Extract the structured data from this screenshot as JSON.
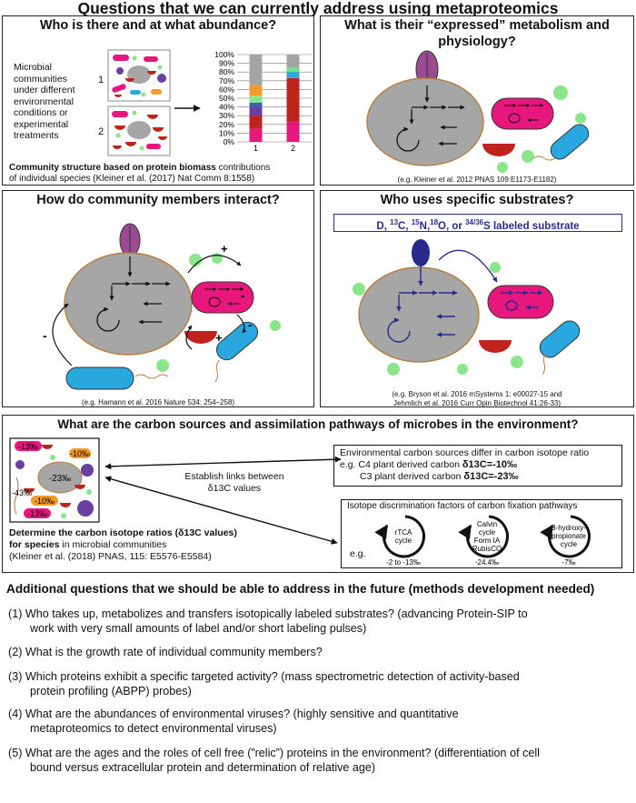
{
  "main_title": "Questions that we can currently address using metaproteomics",
  "panel_abundance": {
    "title": "Who is there and at what abundance?",
    "side_text": [
      "Microbial",
      "communities",
      "under different",
      "environmental",
      "conditions or",
      "experimental",
      "treatments"
    ],
    "sample_1": "1",
    "sample_2": "2",
    "chart_data": {
      "type": "bar",
      "stacked": true,
      "categories": [
        "1",
        "2"
      ],
      "yticks": [
        "100%",
        "90%",
        "80%",
        "70%",
        "60%",
        "50%",
        "40%",
        "30%",
        "20%",
        "10%",
        "0%"
      ],
      "ylim": [
        0,
        100
      ],
      "series": [
        {
          "color": "#e8177d",
          "values": [
            15,
            23
          ]
        },
        {
          "color": "#c0221c",
          "values": [
            15,
            50
          ]
        },
        {
          "color": "#6b3fa0",
          "values": [
            10,
            0
          ]
        },
        {
          "color": "#3a62b8",
          "values": [
            5,
            0
          ]
        },
        {
          "color": "#8be58b",
          "values": [
            8,
            0
          ]
        },
        {
          "color": "#f39a2b",
          "values": [
            12,
            0
          ]
        },
        {
          "color": "#29a8e0",
          "values": [
            0,
            7
          ]
        },
        {
          "color": "#6fe08a",
          "values": [
            0,
            5
          ]
        },
        {
          "color": "#a4a4a4",
          "values": [
            35,
            15
          ]
        }
      ]
    },
    "caption_bold": "Community structure based on protein biomass",
    "caption_rest": " contributions",
    "caption_line2": "of individual species (Kleiner et al. (2017) Nat Comm 8:1558)"
  },
  "panel_metabolism": {
    "title_line1": "What is their “expressed” metabolism and",
    "title_line2": "physiology?",
    "citation": "(e.g. Kleiner et al. 2012 PNAS 109:E1173-E1182)"
  },
  "panel_interact": {
    "title": "How do community members interact?",
    "plus": "+",
    "minus": "-",
    "citation": "(e.g. Hamann et al. 2016 Nature 534: 254–258)"
  },
  "panel_substrates": {
    "title": "Who uses specific substrates?",
    "label_parts": {
      "a": "D, ",
      "b": "13",
      "c": "C, ",
      "d": "15",
      "e": "N,",
      "f": "18",
      "g": "O, or ",
      "h": "34/36",
      "i": "S labeled substrate"
    },
    "citation_line1": "(e.g. Bryson et al. 2016 mSystems 1: e00027-15 and",
    "citation_line2": "Jehmlich et al. 2016 Curr Opin Biotechnol 41:26-33)"
  },
  "panel_carbon": {
    "title": "What are the carbon sources and assimilation pathways of microbes in the environment?",
    "cell_values": {
      "center": "-23‰",
      "a": "-13‰",
      "b": "-10‰",
      "c": "-43‰",
      "d": "-10‰",
      "e": "-13‰"
    },
    "establish_line1": "Establish links between",
    "establish_line2": "δ13C values",
    "env_box": {
      "line1": "Environmental carbon sources differ in carbon isotope ratio",
      "line2_pre": "e.g. C4 plant derived carbon ",
      "line2_val": "δ13C=-10‰",
      "line3_pre": "C3 plant derived carbon ",
      "line3_val": "δ13C=-23‰"
    },
    "iso_box": {
      "title": "Isotope discrimination factors of carbon fixation pathways",
      "eg": "e.g.",
      "cycles": [
        {
          "lines": [
            "rTCA",
            "cycle"
          ],
          "value": "-2 to -13‰"
        },
        {
          "lines": [
            "Calvin",
            "cycle",
            "Form IA",
            "RubisCO"
          ],
          "value": "-24.4‰"
        },
        {
          "lines": [
            "3-hydroxy-",
            "propionate",
            "cycle"
          ],
          "value": "-7‰"
        }
      ]
    },
    "determine_line1": "Determine the carbon isotope ratios (δ13C values)",
    "determine_line2_bold": "for species",
    "determine_line2_rest": " in microbial communities",
    "determine_line3": "(Kleiner et al. (2018) PNAS, 115: E5576-E5584)"
  },
  "future": {
    "heading": "Additional questions that we should be able to address in the future (methods development needed)",
    "q1_l1": "(1) Who takes up, metabolizes and transfers isotopically labeled substrates? (advancing Protein-SIP to",
    "q1_l2": "work with very small amounts of label and/or short labeling pulses)",
    "q2_l1": "(2) What is the growth rate of individual community members?",
    "q3_l1": "(3) Which proteins exhibit a specific targeted activity? (mass spectrometric detection of activity-based",
    "q3_l2": "protein profiling (ABPP) probes)",
    "q4_l1": "(4) What are the abundances of environmental viruses? (highly sensitive and quantitative",
    "q4_l2": "metaproteomics to detect environmental viruses)",
    "q5_l1": "(5) What are the ages and the roles of cell free (”relic”) proteins in the environment? (differentiation of cell",
    "q5_l2": "bound versus extracellular protein and determination of relative age)"
  }
}
